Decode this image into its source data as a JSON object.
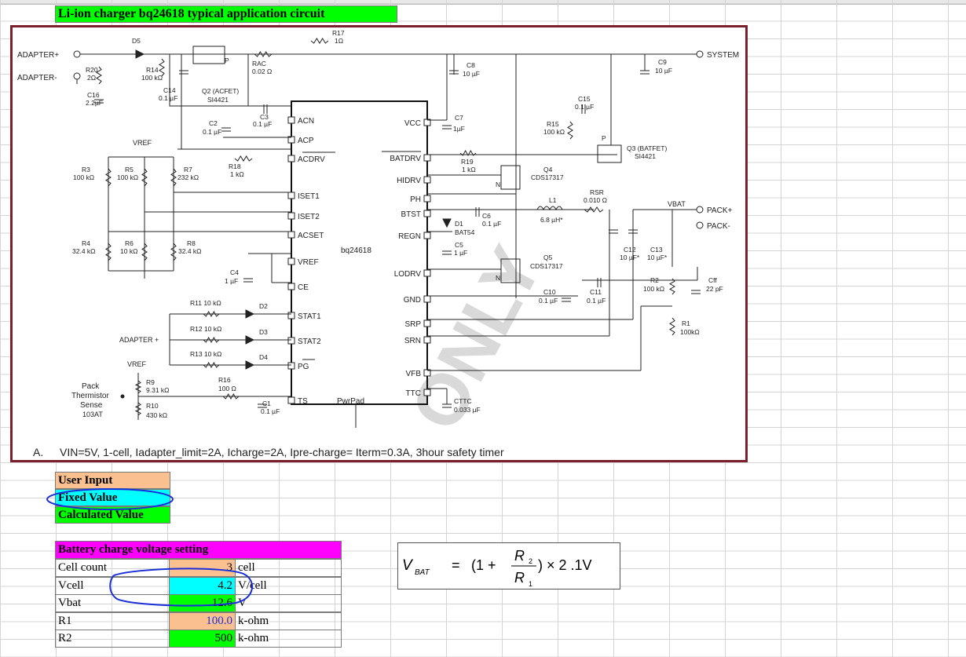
{
  "title": "Li-ion charger bq24618 typical application circuit",
  "circuit": {
    "caption_prefix": "A.",
    "caption": "VIN=5V, 1-cell, Iadapter_limit=2A, Icharge=2A, Ipre-charge= Iterm=0.3A, 3hour safety timer",
    "watermark": "ONLY",
    "ic_name": "bq24618",
    "labels": {
      "adapter_plus": "ADAPTER+",
      "adapter_minus": "ADAPTER-",
      "system": "SYSTEM",
      "pack_plus": "PACK+",
      "pack_minus": "PACK-",
      "vbat": "VBAT",
      "vref_a": "VREF",
      "vref_b": "VREF",
      "adapter_plus_2": "ADAPTER +",
      "pack_thermistor": "Pack",
      "pack_thermistor_2": "Thermistor",
      "pack_thermistor_3": "Sense",
      "pack_thermistor_4": "103AT",
      "pwrpad": "PwrPad",
      "d5": "D5",
      "r17": "R17",
      "r17v": "1Ω",
      "r20": "R20",
      "r20v": "2Ω",
      "r14": "R14",
      "r14v": "100 kΩ",
      "c16": "C16",
      "c16v": "2.2µF",
      "c14": "C14",
      "c14v": "0.1 µF",
      "q2": "Q2 (ACFET)",
      "q2v": "SI4421",
      "rac": "RAC",
      "racv": "0.02 Ω",
      "c8": "C8",
      "c8v": "10 µF",
      "c9": "C9",
      "c9v": "10 µF",
      "c3": "C3",
      "c3v": "0.1 µF",
      "c2": "C2",
      "c2v": "0.1 µF",
      "c7": "C7",
      "c7v": "1µF",
      "c15": "C15",
      "c15v": "0.1 µF",
      "r15": "R15",
      "r15v": "100 kΩ",
      "q3": "Q3 (BATFET)",
      "q3v": "SI4421",
      "r3": "R3",
      "r3v": "100 kΩ",
      "r5": "R5",
      "r5v": "100 kΩ",
      "r7": "R7",
      "r7v": "232 kΩ",
      "r18": "R18",
      "r18v": "1 kΩ",
      "r19": "R19",
      "r19v": "1 kΩ",
      "q4": "Q4",
      "q4v": "CDS17317",
      "l1": "L1",
      "l1v": "6.8 µH*",
      "rsr": "RSR",
      "rsrv": "0.010 Ω",
      "c6": "C6",
      "c6v": "0.1 µF",
      "d1": "D1",
      "d1v": "BAT54",
      "c5": "C5",
      "c5v": "1 µF",
      "c12": "C12",
      "c12v": "10 µF*",
      "c13": "C13",
      "c13v": "10 µF*",
      "r4": "R4",
      "r4v": "32.4 kΩ",
      "r6": "R6",
      "r6v": "10 kΩ",
      "r8": "R8",
      "r8v": "32.4 kΩ",
      "c4": "C4",
      "c4v": "1 µF",
      "q5": "Q5",
      "q5v": "CDS17317",
      "r2": "R2",
      "r2v": "100 kΩ",
      "cf": "Cff",
      "cfv": "22 pF",
      "c10": "C10",
      "c10v": "0.1 µF",
      "c11": "C11",
      "c11v": "0.1 µF",
      "r1": "R1",
      "r1v": "100kΩ",
      "r11": "R11  10 kΩ",
      "d2": "D2",
      "r12": "R12  10 kΩ",
      "d3": "D3",
      "r13": "R13  10 kΩ",
      "d4": "D4",
      "r9": "R9",
      "r9v": "9.31 kΩ",
      "r10": "R10",
      "r10v": "430 kΩ",
      "r16": "R16",
      "r16v": "100 Ω",
      "c1": "C1",
      "c1v": "0.1 µF",
      "cttc": "CTTC",
      "cttcv": "0.033 µF",
      "n1": "N",
      "n2": "N",
      "p1": "P",
      "p2": "P"
    },
    "pins_left": [
      "ACN",
      "ACP",
      "ACDRV",
      "ISET1",
      "ISET2",
      "ACSET",
      "VREF",
      "CE",
      "STAT1",
      "STAT2",
      "PG",
      "TS"
    ],
    "pins_right": [
      "VCC",
      "BATDRV",
      "HIDRV",
      "PH",
      "BTST",
      "REGN",
      "LODRV",
      "GND",
      "SRP",
      "SRN",
      "VFB",
      "TTC"
    ]
  },
  "legend": {
    "user_input": "User Input",
    "fixed_value": "Fixed Value",
    "calculated_value": "Calculated Value",
    "colors": {
      "user_input": "#fac090",
      "fixed_value": "#00ffff",
      "calculated_value": "#00ff00"
    }
  },
  "table": {
    "header": "Battery charge voltage setting",
    "header_color": "#ff00ff",
    "rows": [
      {
        "label": "Cell count",
        "value": "3",
        "unit": "cell"
      },
      {
        "label": "Vcell",
        "value": "4.2",
        "unit": "V/cell"
      },
      {
        "label": "Vbat",
        "value": "12.6",
        "unit": "V"
      },
      {
        "label": "R1",
        "value": "100.0",
        "unit": "k-ohm"
      },
      {
        "label": "R2",
        "value": "500",
        "unit": "k-ohm"
      }
    ]
  },
  "formula": {
    "lhs": "V",
    "lhs_sub": "BAT",
    "eq": "=",
    "open": "(1 +",
    "num": "R",
    "num_sub": "2",
    "den": "R",
    "den_sub": "1",
    "close": ") × 2 .1V"
  }
}
